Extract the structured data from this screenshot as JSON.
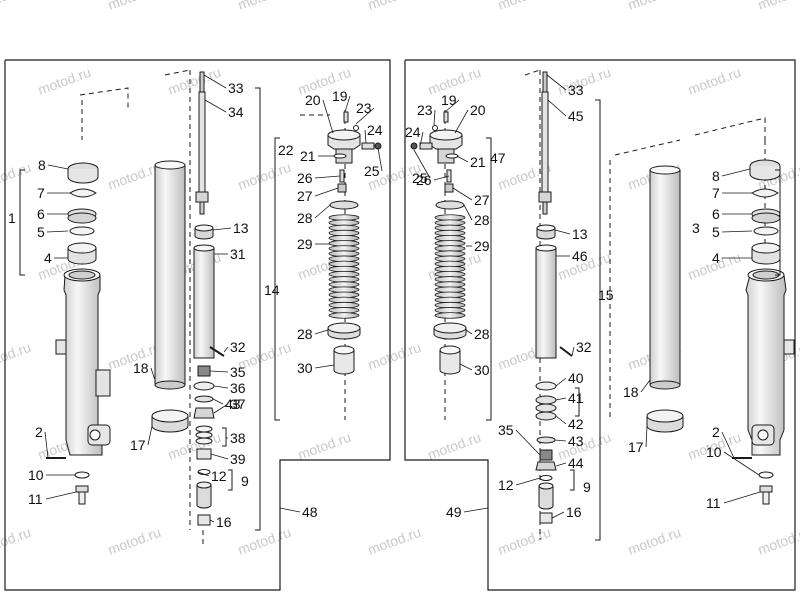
{
  "watermark": "motod.ru",
  "left_assembly": {
    "labels": [
      "1",
      "2",
      "4",
      "5",
      "6",
      "7",
      "8",
      "9",
      "10",
      "11",
      "12",
      "13",
      "14",
      "16",
      "17",
      "18",
      "19",
      "20",
      "21",
      "22",
      "23",
      "24",
      "25",
      "26",
      "27",
      "28",
      "28",
      "29",
      "30",
      "31",
      "32",
      "33",
      "34",
      "35",
      "36",
      "37",
      "38",
      "39",
      "43",
      "48"
    ]
  },
  "right_assembly": {
    "labels": [
      "2",
      "3",
      "4",
      "5",
      "6",
      "7",
      "8",
      "9",
      "10",
      "11",
      "12",
      "13",
      "15",
      "16",
      "17",
      "18",
      "19",
      "20",
      "21",
      "23",
      "24",
      "25",
      "26",
      "27",
      "28",
      "28",
      "29",
      "30",
      "32",
      "33",
      "35",
      "40",
      "41",
      "42",
      "43",
      "44",
      "45",
      "46",
      "47",
      "49"
    ]
  },
  "colors": {
    "line": "#1a1a1a",
    "watermark": "#c8c8d2",
    "part_fill": "#eeeeee",
    "part_shade": "#d4d4d4"
  }
}
